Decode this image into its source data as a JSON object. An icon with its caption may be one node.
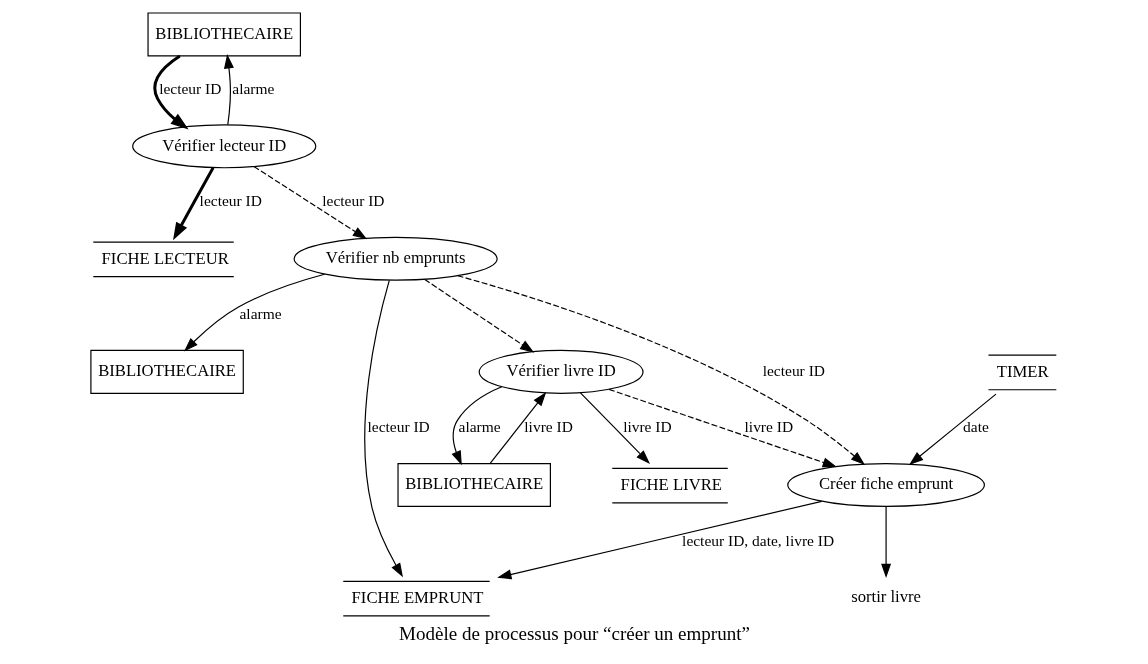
{
  "diagram": {
    "caption": "Modèle de processus pour “créer un emprunt”",
    "nodes": [
      {
        "text": [
          "BIBLIOTHECAIRE"
        ]
      },
      {
        "text": [
          "Vérifier lecteur ID"
        ]
      },
      {
        "text": [
          "FICHE LECTEUR"
        ]
      },
      {
        "text": [
          "BIBLIOTHECAIRE"
        ]
      },
      {
        "text": [
          "Vérifier nb emprunts"
        ]
      },
      {
        "text": [
          "FICHE EMPRUNT"
        ]
      },
      {
        "text": [
          "BIBLIOTHECAIRE"
        ]
      },
      {
        "text": [
          "Vérifier livre ID"
        ]
      },
      {
        "text": [
          "FICHE LIVRE"
        ]
      },
      {
        "text": [
          "TIMER"
        ]
      },
      {
        "text": [
          "Créer fiche emprunt"
        ]
      },
      {
        "text": [
          "sortir livre"
        ]
      }
    ],
    "edges": [
      {
        "from": 0,
        "to": 1,
        "arrow": "to",
        "label": "lecteur ID",
        "style": "thick"
      },
      {
        "from": 1,
        "to": 0,
        "arrow": "to",
        "label": "alarme"
      },
      {
        "from": 1,
        "to": 2,
        "arrow": "to",
        "label": "lecteur ID",
        "style": "thick"
      },
      {
        "from": 1,
        "to": 4,
        "arrow": "to",
        "label": "lecteur ID",
        "style": "dashed"
      },
      {
        "from": 4,
        "to": 3,
        "arrow": "to",
        "label": "alarme"
      },
      {
        "from": 4,
        "to": 5,
        "arrow": "to",
        "label": "lecteur ID"
      },
      {
        "from": 4,
        "to": 7,
        "arrow": "to",
        "style": "dashed"
      },
      {
        "from": 6,
        "to": 7,
        "arrow": "to",
        "label": "livre ID"
      },
      {
        "from": 7,
        "to": 6,
        "arrow": "to",
        "label": "alarme"
      },
      {
        "from": 7,
        "to": 8,
        "arrow": "to",
        "label": "livre ID"
      },
      {
        "from": 7,
        "to": 10,
        "arrow": "to",
        "label": "livre ID",
        "style": "dashed"
      },
      {
        "from": 9,
        "to": 10,
        "arrow": "to",
        "label": "date"
      },
      {
        "from": 4,
        "to": 10,
        "arrow": "to",
        "label": "lecteur ID",
        "style": "dashed"
      },
      {
        "from": 10,
        "to": 5,
        "arrow": "to",
        "label": "lecteur ID, date, livre ID"
      },
      {
        "from": 10,
        "to": 11,
        "arrow": "to"
      }
    ]
  }
}
